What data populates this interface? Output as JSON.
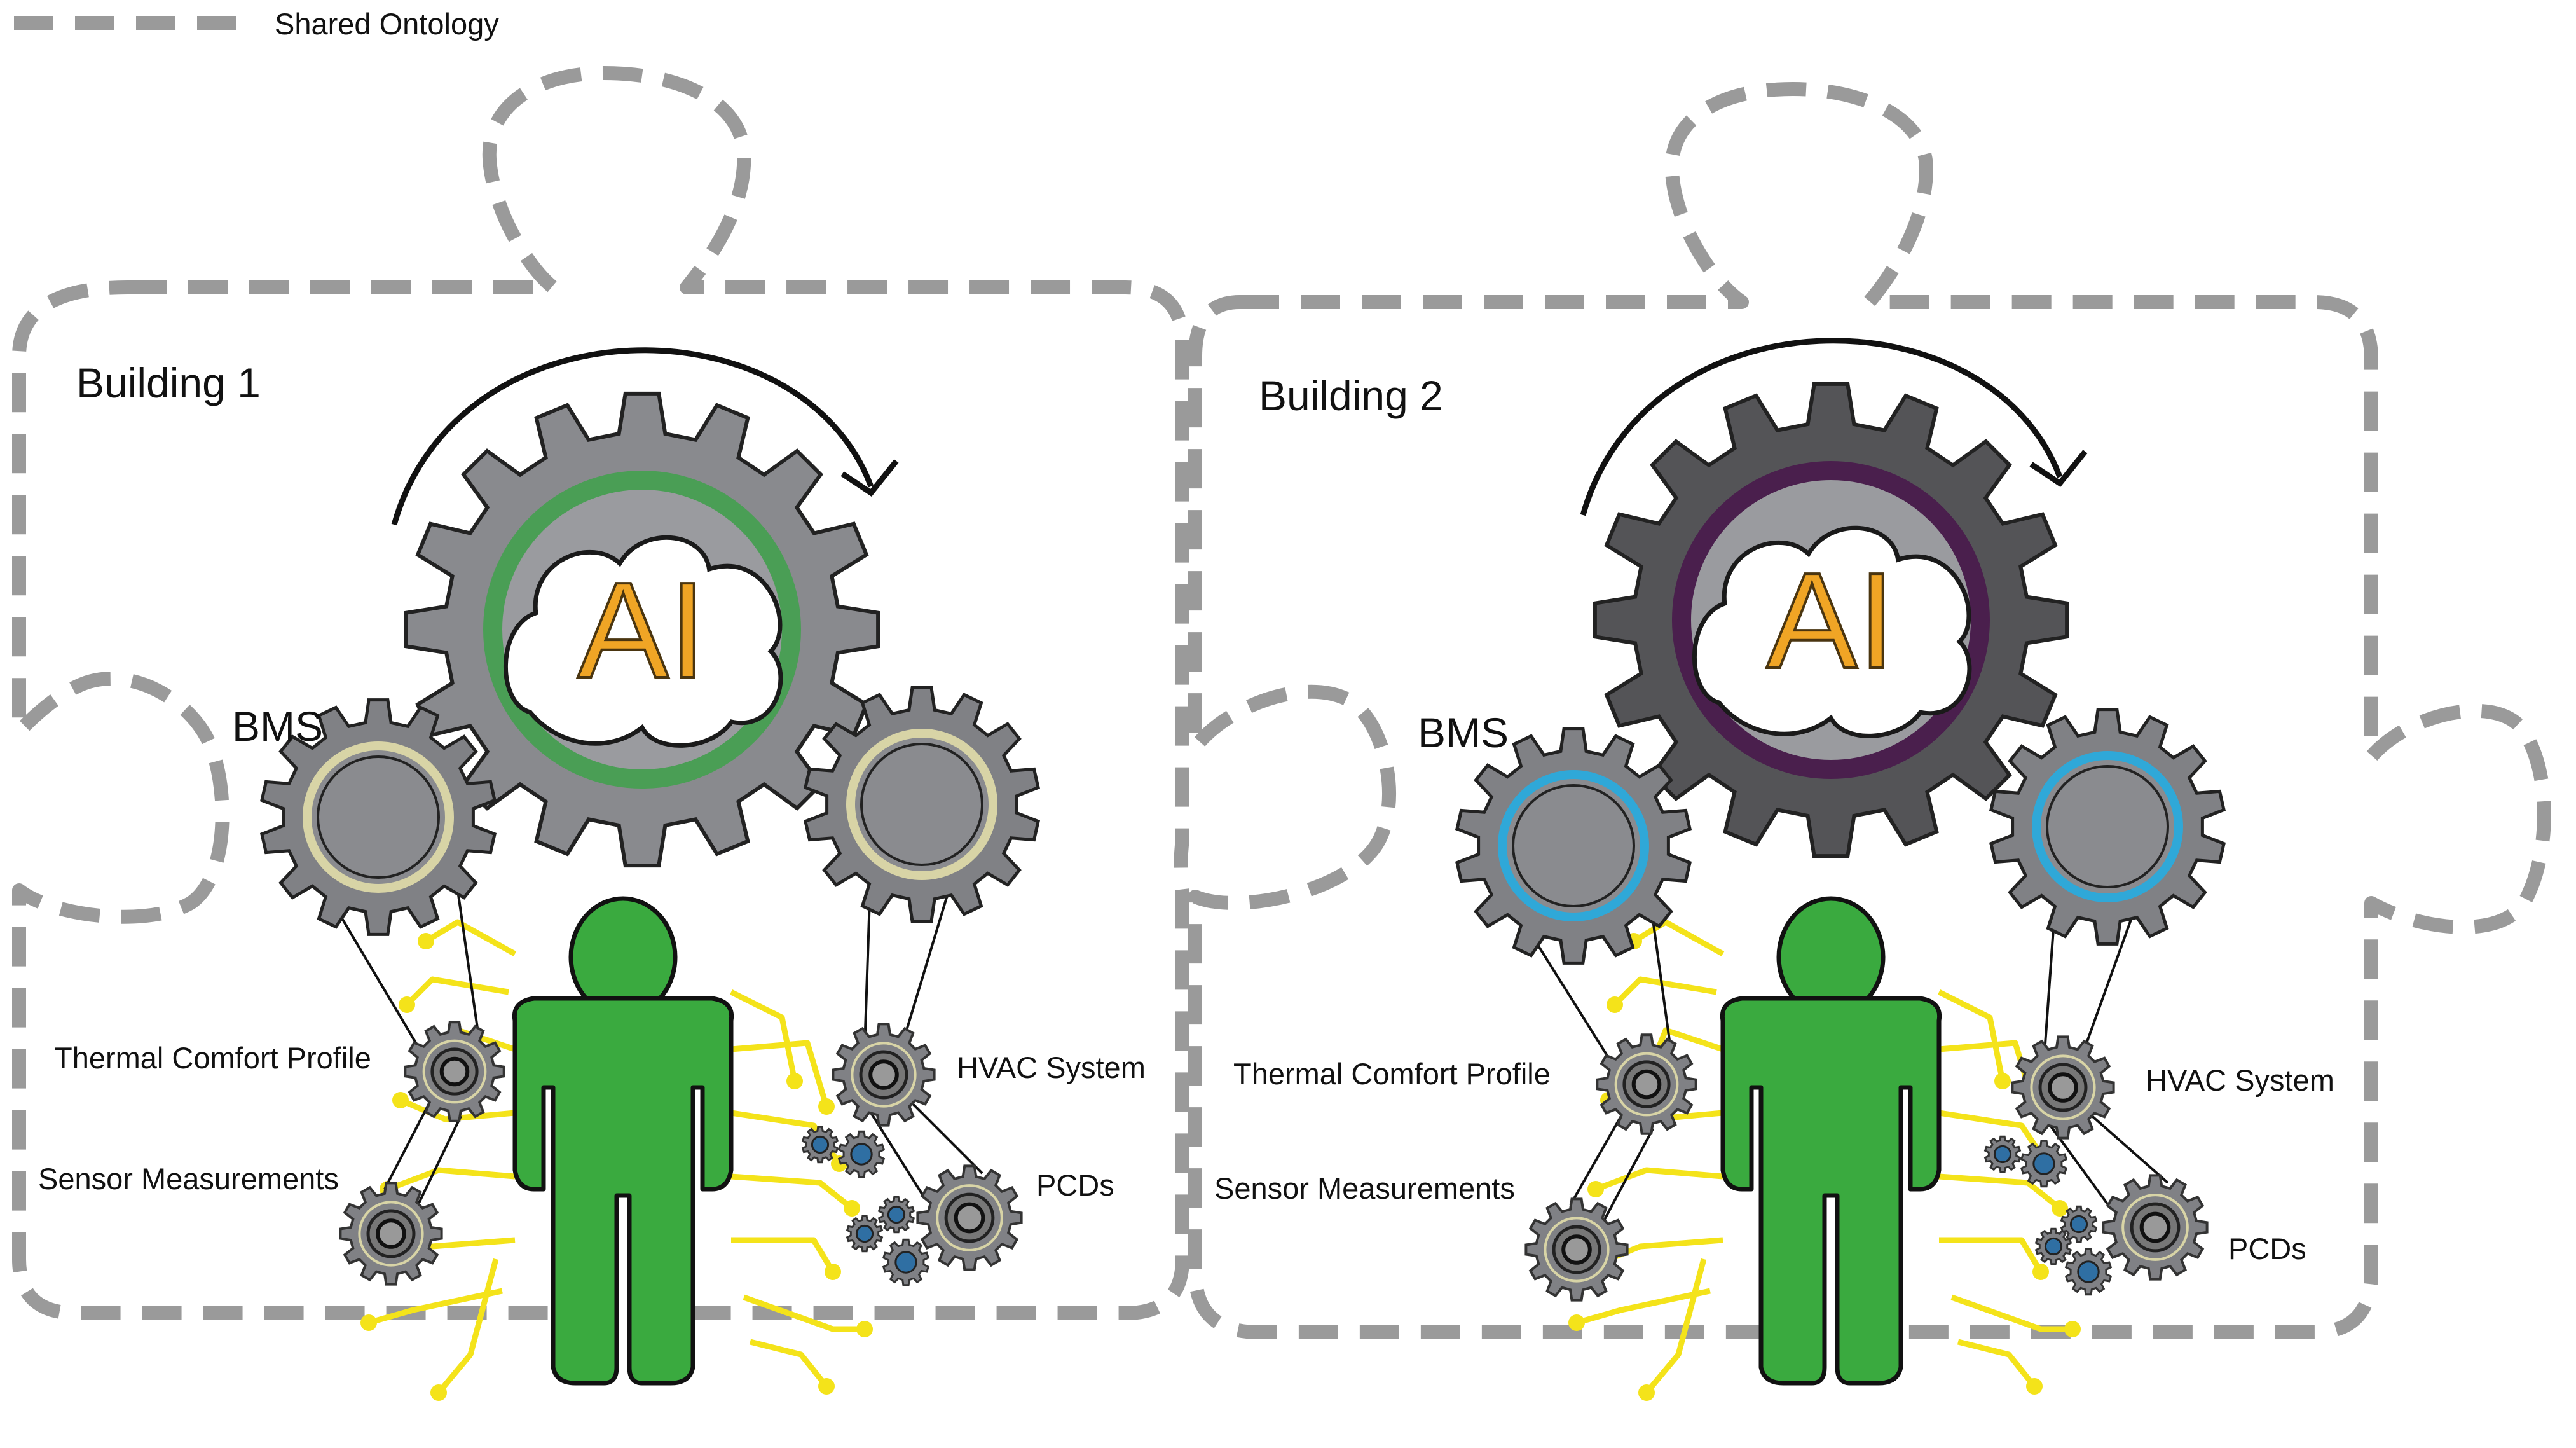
{
  "legend": {
    "label": "Shared Ontology",
    "line_color": "#9a9a9a"
  },
  "buildings": [
    {
      "title": "Building 1",
      "ai_label": "AI",
      "bms_label": "BMS",
      "components": {
        "thermal_comfort": "Thermal Comfort Profile",
        "sensor": "Sensor Measurements",
        "hvac": "HVAC System",
        "pcds": "PCDs"
      },
      "colors": {
        "ai_gear": "#898a8e",
        "ai_ring": "#4a9e55",
        "bms_ring": "#d8d4a6",
        "person": "#3aaa3f",
        "circuit": "#f4e31a"
      }
    },
    {
      "title": "Building 2",
      "ai_label": "AI",
      "bms_label": "BMS",
      "components": {
        "thermal_comfort": "Thermal Comfort Profile",
        "sensor": "Sensor Measurements",
        "hvac": "HVAC System",
        "pcds": "PCDs"
      },
      "colors": {
        "ai_gear": "#545457",
        "ai_ring": "#4a1f4d",
        "bms_ring": "#2fa8d8",
        "person": "#3aaa3f",
        "circuit": "#f4e31a"
      }
    }
  ]
}
